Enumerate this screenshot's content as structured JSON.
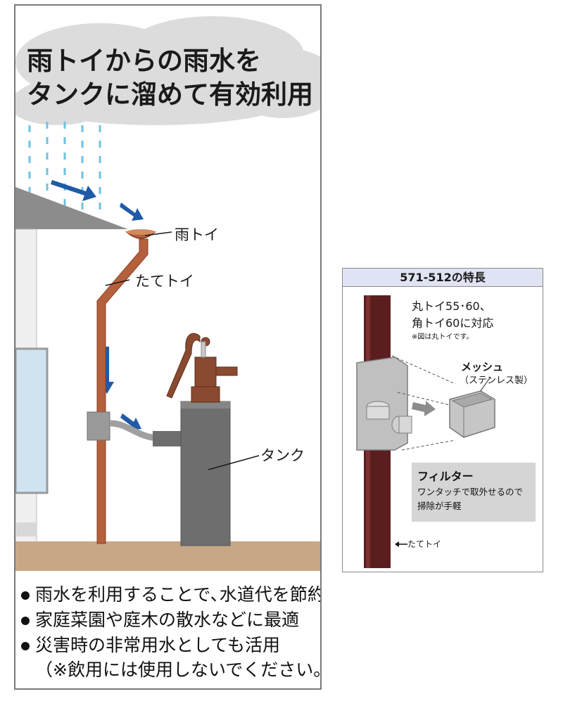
{
  "left": {
    "title_line1": "雨トイからの雨水を",
    "title_line2": "タンクに溜めて有効利用",
    "labels": {
      "gutter": "雨トイ",
      "downpipe": "たてトイ",
      "tank": "タンク"
    },
    "bullets": [
      "雨水を利用することで､水道代を節約",
      "家庭菜園や庭木の散水などに最適",
      "災害時の非常用水としても活用"
    ],
    "note": "（※飲用には使用しないでください。）"
  },
  "right": {
    "header": "571-512の特長",
    "compat_line1": "丸トイ55･60、",
    "compat_line2": "角トイ60に対応",
    "compat_note": "※図は丸トイです。",
    "mesh_title": "メッシュ",
    "mesh_sub": "（ステンレス製）",
    "filter_title": "フィルター",
    "filter_desc1": "ワンタッチで取外せるので",
    "filter_desc2": "掃除が手軽",
    "downpipe_label": "たてトイ"
  },
  "colors": {
    "pipe": "#b5603c",
    "pump": "#8a4a30",
    "tank": "#6e6e6e",
    "ground": "#c8a787",
    "arrow": "#1f5aa6",
    "rain": "#6ec3e0",
    "cloud": "#dcdcdc",
    "dark_pipe": "#5a1e1e",
    "header_bg": "#dfe3f3"
  }
}
